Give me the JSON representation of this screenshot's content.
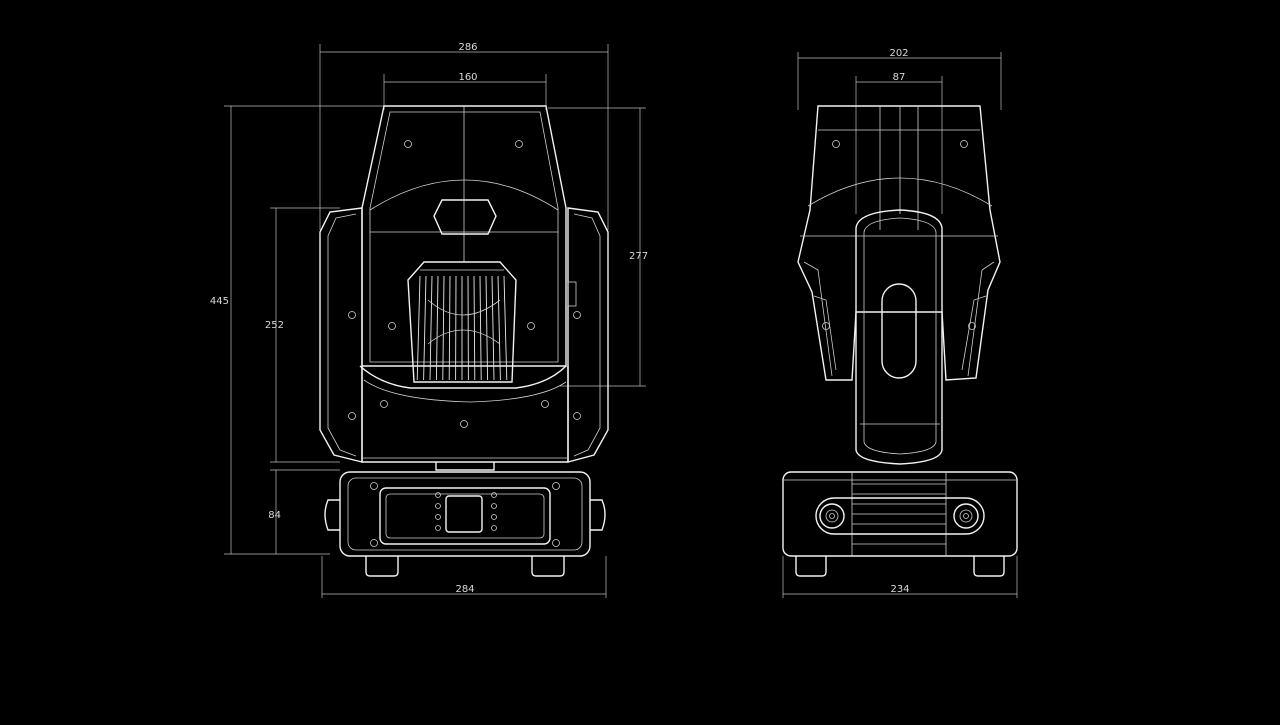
{
  "drawing": {
    "subject": "moving-head-light-technical-drawing",
    "colors": {
      "background": "#000000",
      "line": "#f2f2f2",
      "dimension": "#bdbdbd"
    },
    "front_view": {
      "dimensions": {
        "overall_width": "286",
        "head_top_width": "160",
        "overall_height": "445",
        "yoke_height": "252",
        "head_height": "277",
        "base_height": "84",
        "base_width": "284"
      }
    },
    "side_view": {
      "dimensions": {
        "head_depth": "202",
        "arm_width": "87",
        "base_depth": "234"
      }
    }
  }
}
